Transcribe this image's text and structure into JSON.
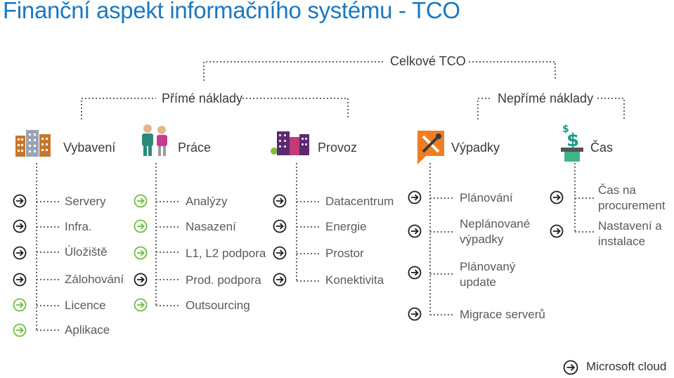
{
  "title": "Finanční aspekt informačního systému - TCO",
  "top": "Celkové TCO",
  "direct": "Přímé náklady",
  "indirect": "Nepřímé náklady",
  "categories": {
    "vybaveni": "Vybavení",
    "prace": "Práce",
    "provoz": "Provoz",
    "vypadky": "Výpadky",
    "cas": "Čas"
  },
  "cols": {
    "c1": [
      "Servery",
      "Infra.",
      "Úložiště",
      "Zálohování",
      "Licence",
      "Aplikace"
    ],
    "c2": [
      "Analýzy",
      "Nasazení",
      "L1, L2 podpora",
      "Prod. podpora",
      "Outsourcing"
    ],
    "c3": [
      "Datacentrum",
      "Energie",
      "Prostor",
      "Konektivita"
    ],
    "c4": [
      "Plánování",
      "Neplánované výpadky",
      "Plánovaný update",
      "Migrace serverů"
    ],
    "c5": [
      "Čas na procurement",
      "Nastavení a instalace"
    ]
  },
  "footer": "Microsoft cloud",
  "colors": {
    "accent": "#1a78c2",
    "arrow_green": "#6abf3f",
    "dots": "#666666"
  }
}
